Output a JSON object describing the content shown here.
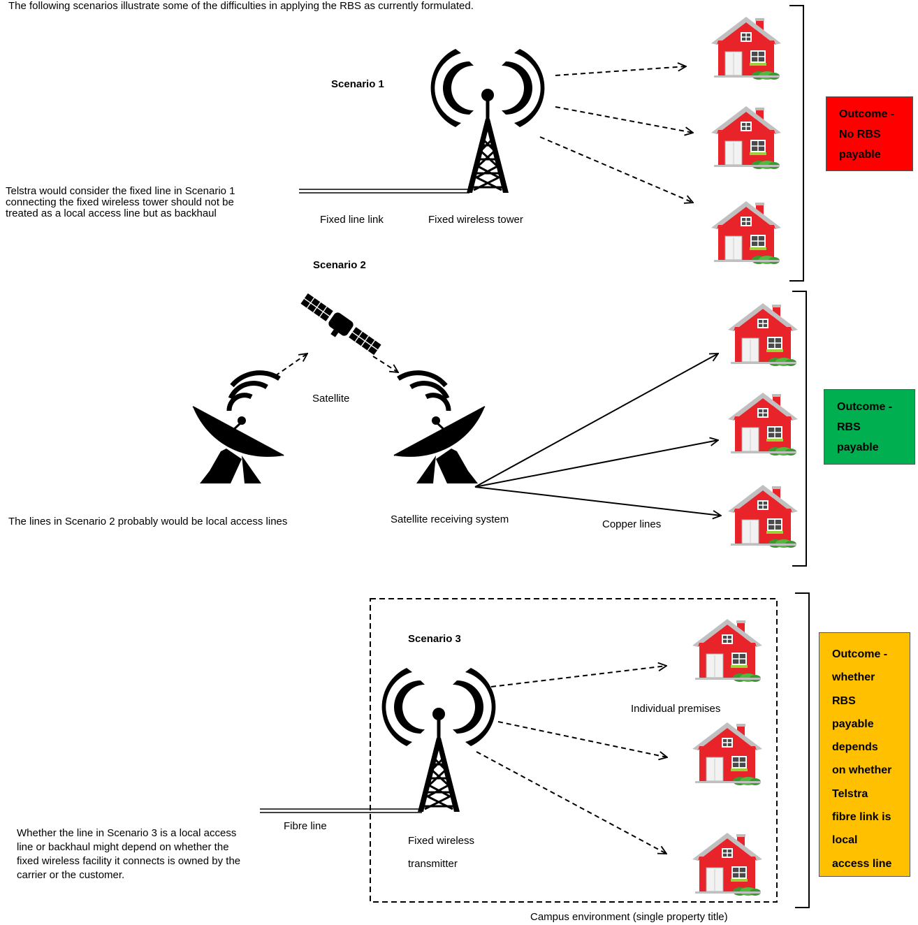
{
  "intro": "The following scenarios illustrate some of the difficulties in applying the RBS as currently formulated.",
  "scenario1": {
    "title": "Scenario 1",
    "fixed_line_label": "Fixed line link",
    "tower_label": "Fixed wireless tower",
    "note": "Telstra would consider the fixed line in Scenario 1\nconnecting the fixed wireless tower should not be\ntreated as a local access line but as backhaul",
    "outcome_lines": [
      "Outcome -",
      "No RBS",
      "payable"
    ],
    "outcome_color": "#ff0000"
  },
  "scenario2": {
    "title": "Scenario 2",
    "satellite_label": "Satellite",
    "receiver_label": "Satellite receiving  system",
    "copper_label": "Copper  lines",
    "note": "The lines in Scenario 2 probably would be local access lines",
    "outcome_lines": [
      "Outcome -",
      "RBS",
      "payable"
    ],
    "outcome_color": "#00b050"
  },
  "scenario3": {
    "title": "Scenario 3",
    "premises_label": "Individual  premises",
    "fibre_label": "Fibre line",
    "transmitter_label_1": "Fixed wireless",
    "transmitter_label_2": "transmitter",
    "campus_label": "Campus environment  (single property title)",
    "note": "Whether the line in Scenario 3 is a local access\nline or backhaul might depend on whether the\nfixed wireless facility it connects is owned by the\ncarrier or the customer.",
    "outcome_lines": [
      "Outcome -",
      "whether",
      "RBS",
      "payable",
      "depends",
      "on whether",
      "Telstra",
      "fibre link is",
      "local",
      "access line"
    ],
    "outcome_color": "#ffc000"
  },
  "icons": [
    "house-icon",
    "tower-icon",
    "satellite-icon",
    "dish-icon"
  ]
}
